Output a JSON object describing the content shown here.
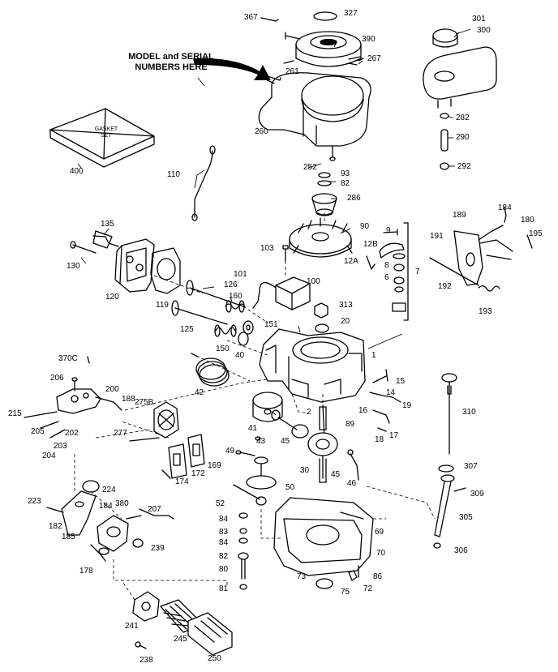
{
  "note": {
    "line1": "MODEL and SERIAL",
    "line2": "NUMBERS HERE"
  },
  "gasket_set": {
    "line1": "GASKET",
    "line2": "SET"
  },
  "parts": {
    "p367": "367",
    "p327": "327",
    "p390": "390",
    "p267": "267",
    "p261": "261",
    "p260": "260",
    "p301": "301",
    "p300": "300",
    "p282": "282",
    "p290": "290",
    "p292": "292",
    "p400": "400",
    "p252": "252",
    "p93": "93",
    "p82": "82",
    "p286": "286",
    "p110": "110",
    "p135": "135",
    "p130": "130",
    "p120": "120",
    "p119": "119",
    "p90": "90",
    "p9": "9",
    "p12B": "12B",
    "p12A": "12A",
    "p103": "103",
    "p8": "8",
    "p6": "6",
    "p7": "7",
    "p101": "101",
    "p100": "100",
    "p126": "126",
    "p160": "160",
    "p125": "125",
    "p151": "151",
    "p150": "150",
    "p40": "40",
    "p313": "313",
    "p20": "20",
    "p184": "184",
    "p189": "189",
    "p180": "180",
    "p191": "191",
    "p195": "195",
    "p192": "192",
    "p193": "193",
    "p370C": "370C",
    "p206": "206",
    "p200": "200",
    "p188": "188",
    "p275B": "275B",
    "p215": "215",
    "p205": "205",
    "p202": "202",
    "p203": "203",
    "p204": "204",
    "p277": "277",
    "p42": "42",
    "p1": "1",
    "p15": "15",
    "p14": "14",
    "p19": "19",
    "p2": "2",
    "p16": "16",
    "p89": "89",
    "p18": "18",
    "p17": "17",
    "p310": "310",
    "p41": "41",
    "p43": "43",
    "p45a": "45",
    "p169": "169",
    "p172": "172",
    "p174": "174",
    "p49": "49",
    "p30": "30",
    "p45b": "45",
    "p46": "46",
    "p307": "307",
    "p224": "224",
    "p223": "223",
    "p182": "182",
    "p380": "380",
    "p184b": "184",
    "p207": "207",
    "p52": "52",
    "p50": "50",
    "p309": "309",
    "p84a": "84",
    "p83": "83",
    "p84b": "84",
    "p69": "69",
    "p305": "305",
    "p185": "185",
    "p239": "239",
    "p82b": "82",
    "p70": "70",
    "p306": "306",
    "p178": "178",
    "p80": "80",
    "p73": "73",
    "p86": "86",
    "p81": "81",
    "p75": "75",
    "p72": "72",
    "p241": "241",
    "p245": "245",
    "p250": "250",
    "p238": "238"
  }
}
